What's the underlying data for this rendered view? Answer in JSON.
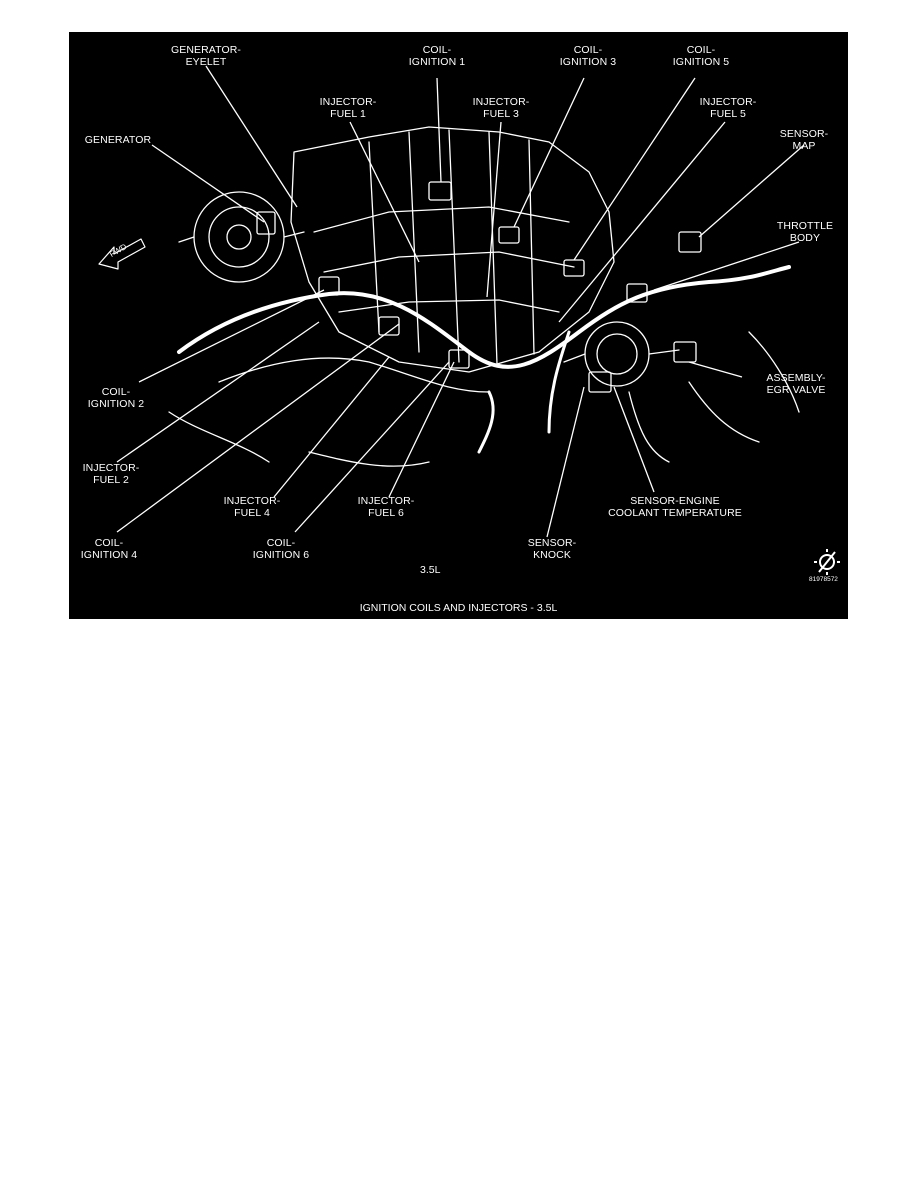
{
  "labels": {
    "generator_eyelet": [
      "GENERATOR-",
      "EYELET"
    ],
    "coil_ignition_1": [
      "COIL-",
      "IGNITION 1"
    ],
    "coil_ignition_3": [
      "COIL-",
      "IGNITION 3"
    ],
    "coil_ignition_5": [
      "COIL-",
      "IGNITION 5"
    ],
    "injector_fuel_1": [
      "INJECTOR-",
      "FUEL 1"
    ],
    "injector_fuel_3": [
      "INJECTOR-",
      "FUEL 3"
    ],
    "injector_fuel_5": [
      "INJECTOR-",
      "FUEL 5"
    ],
    "generator": [
      "GENERATOR"
    ],
    "sensor_map": [
      "SENSOR-",
      "MAP"
    ],
    "throttle_body": [
      "THROTTLE",
      "BODY"
    ],
    "fwd_arrow": "FWD",
    "coil_ignition_2": [
      "COIL-",
      "IGNITION 2"
    ],
    "assembly_egr_valve": [
      "ASSEMBLY-",
      "EGR VALVE"
    ],
    "injector_fuel_2": [
      "INJECTOR-",
      "FUEL 2"
    ],
    "injector_fuel_4": [
      "INJECTOR-",
      "FUEL 4"
    ],
    "injector_fuel_6": [
      "INJECTOR-",
      "FUEL 6"
    ],
    "sensor_engine_coolant_temperature": [
      "SENSOR-ENGINE",
      "COOLANT TEMPERATURE"
    ],
    "coil_ignition_4": [
      "COIL-",
      "IGNITION 4"
    ],
    "coil_ignition_6": [
      "COIL-",
      "IGNITION 6"
    ],
    "sensor_knock": [
      "SENSOR-",
      "KNOCK"
    ]
  },
  "engine_label": "3.5L",
  "figure_id": "81978572",
  "caption": "IGNITION COILS AND INJECTORS  - 3.5L",
  "logo_icon": "gear-wrench-logo-icon",
  "colors": {
    "background": "#000000",
    "linework": "#ffffff",
    "page": "#ffffff"
  }
}
